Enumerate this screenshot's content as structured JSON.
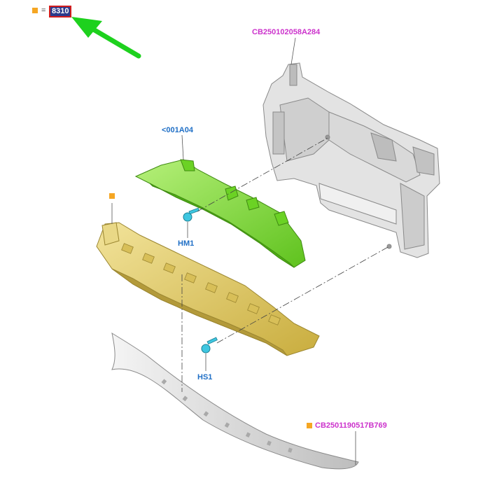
{
  "legend": {
    "marker_color": "#f5a623",
    "equals": "=",
    "code": "8310"
  },
  "callouts": {
    "radiator_support": "CB250102058A284",
    "upper_part": "<001A04",
    "screw_upper": "HM1",
    "screw_lower": "HS1",
    "lower_deflector": "CB2501190517B769"
  },
  "colors": {
    "highlight_green": "#8ee04a",
    "absorber_yellow": "#e2cc6a",
    "frame_gray": "#d6d6d6",
    "fastener_cyan": "#3ec6e0",
    "callout_magenta": "#cc33cc",
    "callout_blue": "#1f6fc6",
    "arrow_green": "#1ed11e"
  }
}
